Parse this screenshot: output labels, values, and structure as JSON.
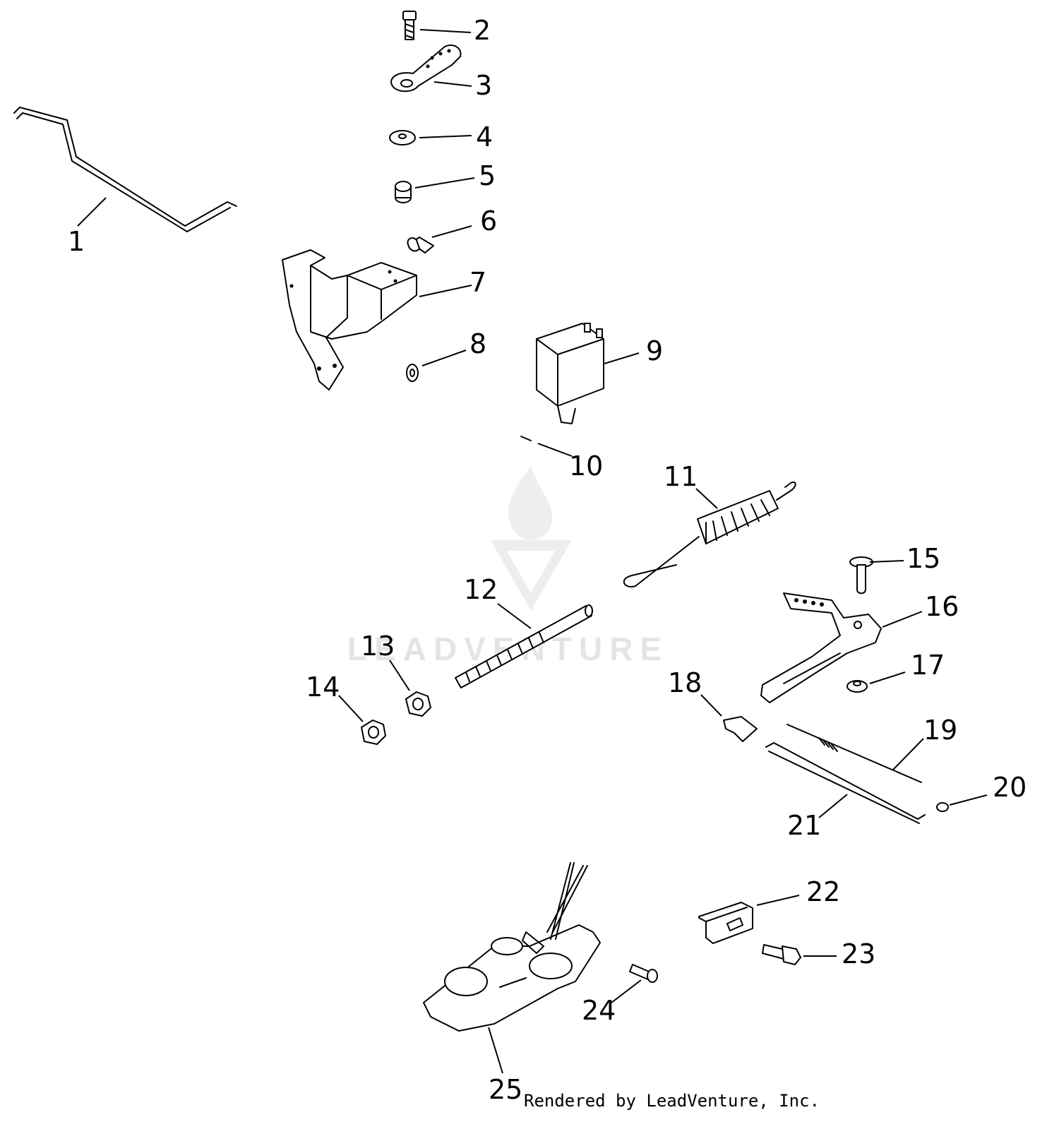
{
  "callouts": [
    "1",
    "2",
    "3",
    "4",
    "5",
    "6",
    "7",
    "8",
    "9",
    "10",
    "11",
    "12",
    "13",
    "14",
    "15",
    "16",
    "17",
    "18",
    "19",
    "20",
    "21",
    "22",
    "23",
    "24",
    "25"
  ],
  "watermark": "LEADVENTURE",
  "footer": "Rendered by LeadVenture, Inc."
}
